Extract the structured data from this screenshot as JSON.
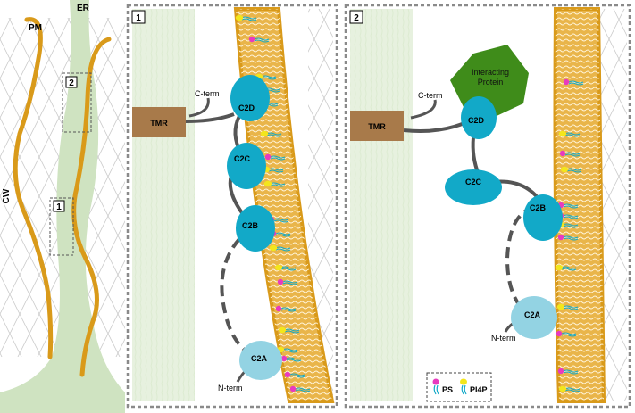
{
  "overview": {
    "cw_label": "CW",
    "pm_label": "PM",
    "er_label": "ER",
    "inset_1_label": "1",
    "inset_2_label": "2"
  },
  "panel1": {
    "number": "1",
    "tmr_label": "TMR",
    "c_term_label": "C-term",
    "n_term_label": "N-term",
    "domains": [
      "C2D",
      "C2C",
      "C2B",
      "C2A"
    ]
  },
  "panel2": {
    "number": "2",
    "tmr_label": "TMR",
    "c_term_label": "C-term",
    "n_term_label": "N-term",
    "interacting_protein_line1": "Interacting",
    "interacting_protein_line2": "Protein",
    "domains": [
      "C2D",
      "C2C",
      "C2B",
      "C2A"
    ]
  },
  "legend": {
    "ps_label": "PS",
    "pi4p_label": "PI4P"
  },
  "colors": {
    "membrane": "#d99a1a",
    "er_green": "#cfe3c1",
    "c2_domain": "#12a9c8",
    "c2a_light": "#93d3e3",
    "tmr_brown": "#a87a4a",
    "interacting_green": "#3f8c1a",
    "ps_magenta": "#e83abf",
    "pi4p_yellow": "#f3e61c",
    "panel_border": "#8a8a8a"
  }
}
